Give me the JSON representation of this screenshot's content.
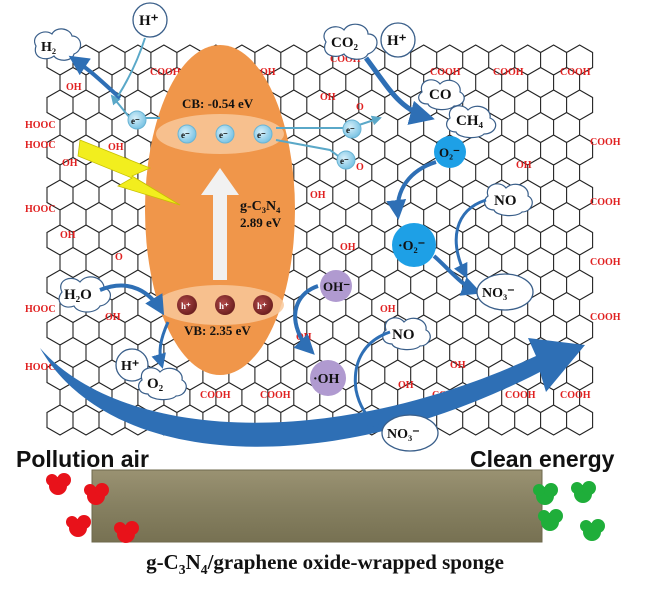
{
  "energy_band": {
    "cb_label": "CB:  -0.54 eV",
    "vb_label": "VB:  2.35 eV",
    "material": "g-C₃N₄",
    "bandgap": "2.89 eV",
    "electron": "e⁻",
    "hole": "h⁺"
  },
  "species": {
    "h_plus": "H⁺",
    "h2": "H₂",
    "co2": "CO₂",
    "co": "CO",
    "ch4": "CH₄",
    "o2_minus": "O₂⁻",
    "superoxide": "·O₂⁻",
    "no": "NO",
    "no3": "NO₃⁻",
    "oh_minus": "OH⁻",
    "hydroxyl": "·OH",
    "h2o": "H₂O",
    "o2": "O₂"
  },
  "functional_groups": {
    "cooh": "COOH",
    "hooc": "HOOC",
    "oh": "OH",
    "o": "O"
  },
  "captions": {
    "left": "Pollution air",
    "right": "Clean energy",
    "sponge_pre": "g-C",
    "sponge_3": "3",
    "sponge_n": "N",
    "sponge_4": "4",
    "sponge_post": "/graphene oxide-wrapped sponge"
  },
  "colors": {
    "ellipse": "#f0964a",
    "band": "#f8c89a",
    "electron": "#8fd0ea",
    "hole": "#8b2f2f",
    "radical_blue": "#1ea0e6",
    "radical_purple": "#b09ad0",
    "arrow_blue": "#2e6fb5",
    "bolt": "#f2ee1e",
    "pollution": "#e8121a",
    "clean": "#1fae3a",
    "sponge": "#8c8562"
  }
}
